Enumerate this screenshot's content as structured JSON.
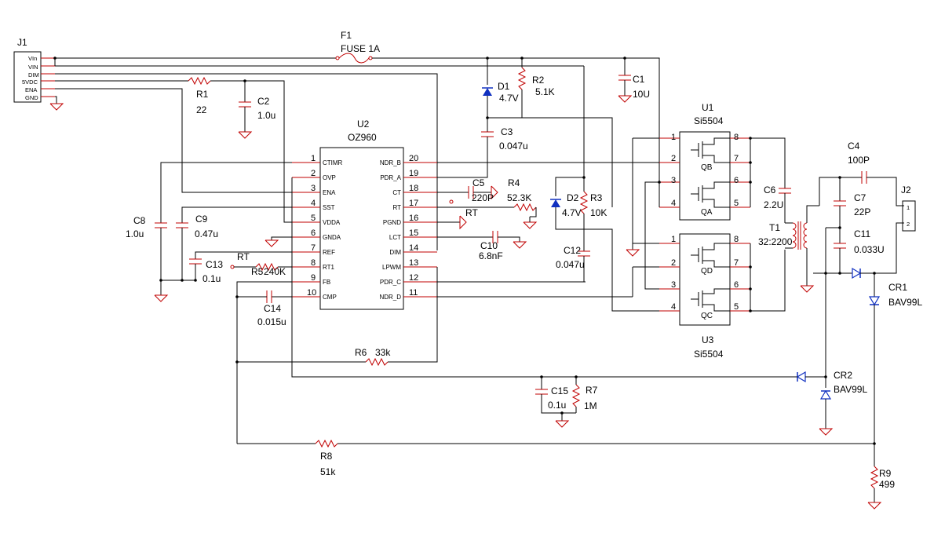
{
  "connector_j1": {
    "ref": "J1",
    "pins": [
      "VIn",
      "VIN",
      "DIM",
      "5VDC",
      "ENA",
      "GND"
    ]
  },
  "connector_j2": {
    "ref": "J2",
    "pins": [
      "1",
      "2"
    ]
  },
  "fuse": {
    "ref": "F1",
    "value": "FUSE 1A"
  },
  "ic_u2": {
    "ref": "U2",
    "part": "OZ960",
    "left_pins": [
      {
        "num": "1",
        "name": "CTIMR"
      },
      {
        "num": "2",
        "name": "OVP"
      },
      {
        "num": "3",
        "name": "ENA"
      },
      {
        "num": "4",
        "name": "SST"
      },
      {
        "num": "5",
        "name": "VDDA"
      },
      {
        "num": "6",
        "name": "GNDA"
      },
      {
        "num": "7",
        "name": "REF"
      },
      {
        "num": "8",
        "name": "RT1"
      },
      {
        "num": "9",
        "name": "FB"
      },
      {
        "num": "10",
        "name": "CMP"
      }
    ],
    "right_pins": [
      {
        "num": "20",
        "name": "NDR_B"
      },
      {
        "num": "19",
        "name": "PDR_A"
      },
      {
        "num": "18",
        "name": "CT"
      },
      {
        "num": "17",
        "name": "RT"
      },
      {
        "num": "16",
        "name": "PGND"
      },
      {
        "num": "15",
        "name": "LCT"
      },
      {
        "num": "14",
        "name": "DIM"
      },
      {
        "num": "13",
        "name": "LPWM"
      },
      {
        "num": "12",
        "name": "PDR_C"
      },
      {
        "num": "11",
        "name": "NDR_D"
      }
    ]
  },
  "mosfet_u1": {
    "ref": "U1",
    "part": "Si5504",
    "upper": "QB",
    "lower": "QA",
    "pins_left": [
      "1",
      "2",
      "3",
      "4"
    ],
    "pins_right": [
      "8",
      "7",
      "6",
      "5"
    ]
  },
  "mosfet_u3": {
    "ref": "U3",
    "part": "Si5504",
    "upper": "QD",
    "lower": "QC",
    "pins_left": [
      "1",
      "2",
      "3",
      "4"
    ],
    "pins_right": [
      "8",
      "7",
      "6",
      "5"
    ]
  },
  "resistors": [
    {
      "ref": "R1",
      "value": "22"
    },
    {
      "ref": "R2",
      "value": "5.1K"
    },
    {
      "ref": "R3",
      "value": "10K"
    },
    {
      "ref": "R4",
      "value": "52.3K"
    },
    {
      "ref": "R5",
      "value": "240K"
    },
    {
      "ref": "R6",
      "value": "33k"
    },
    {
      "ref": "R7",
      "value": "1M"
    },
    {
      "ref": "R8",
      "value": "51k"
    },
    {
      "ref": "R9",
      "value": "499"
    }
  ],
  "capacitors": [
    {
      "ref": "C1",
      "value": "10U"
    },
    {
      "ref": "C2",
      "value": "1.0u"
    },
    {
      "ref": "C3",
      "value": "0.047u"
    },
    {
      "ref": "C4",
      "value": "100P"
    },
    {
      "ref": "C5",
      "value": "220P"
    },
    {
      "ref": "C6",
      "value": "2.2U"
    },
    {
      "ref": "C7",
      "value": "22P"
    },
    {
      "ref": "C8",
      "value": "1.0u"
    },
    {
      "ref": "C9",
      "value": "0.47u"
    },
    {
      "ref": "C10",
      "value": "6.8nF"
    },
    {
      "ref": "C11",
      "value": "0.033U"
    },
    {
      "ref": "C12",
      "value": "0.047u"
    },
    {
      "ref": "C13",
      "value": "0.1u"
    },
    {
      "ref": "C14",
      "value": "0.015u"
    },
    {
      "ref": "C15",
      "value": "0.1u"
    }
  ],
  "diodes": [
    {
      "ref": "D1",
      "value": "4.7V"
    },
    {
      "ref": "D2",
      "value": "4.7V"
    },
    {
      "ref": "CR1",
      "value": "BAV99L"
    },
    {
      "ref": "CR2",
      "value": "BAV99L"
    }
  ],
  "transformer": {
    "ref": "T1",
    "value": "32:2200"
  },
  "net_labels": {
    "rt_a": "RT",
    "rt_b": "RT"
  }
}
